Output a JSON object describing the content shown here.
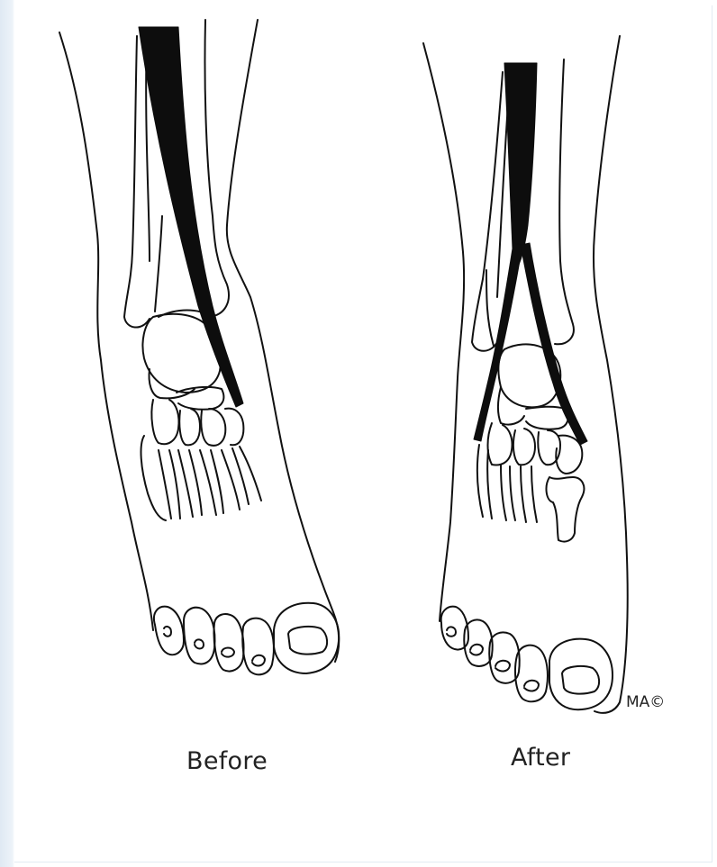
{
  "labels": {
    "before": "Before",
    "after": "After",
    "copyright": "MA©"
  },
  "figures": [
    {
      "id": "before",
      "tendon": "single tendon band down the front of the ankle"
    },
    {
      "id": "after",
      "tendon": "tendon split into two bands across the ankle"
    }
  ],
  "colors": {
    "line": "#111111",
    "tendon": "#0d0d0d",
    "background": "#ffffff",
    "border": "#e6eef6"
  }
}
